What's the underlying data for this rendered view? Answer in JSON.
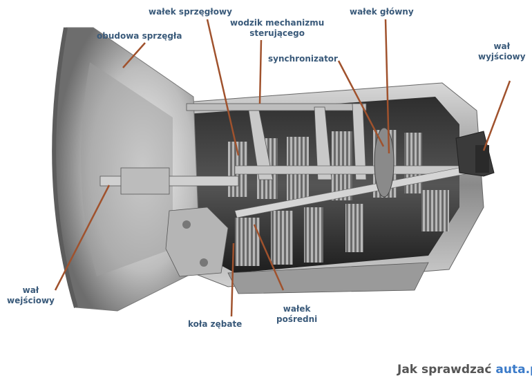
{
  "labels": {
    "walek_sprzeglowy": "wałek sprzęgłowy",
    "obudowa": "obudowa sprzęgła",
    "wodzik_1": "wodzik mechanizmu",
    "wodzik_2": "sterującego",
    "synchronizator": "synchronizator",
    "walek_glowny": "wałek główny",
    "wal_wyj_1": "wał",
    "wal_wyj_2": "wyjściowy",
    "wal_wej_1": "wał",
    "wal_wej_2": "wejściowy",
    "kola": "koła zębate",
    "posredni_1": "wałek",
    "posredni_2": "pośredni"
  },
  "brand": {
    "part1": "Jak sprawdzać ",
    "part2": "auta.pl"
  },
  "colors": {
    "label": "#3a5a7a",
    "leader": "#a0522d",
    "brand_accent": "#3b7bc9"
  }
}
